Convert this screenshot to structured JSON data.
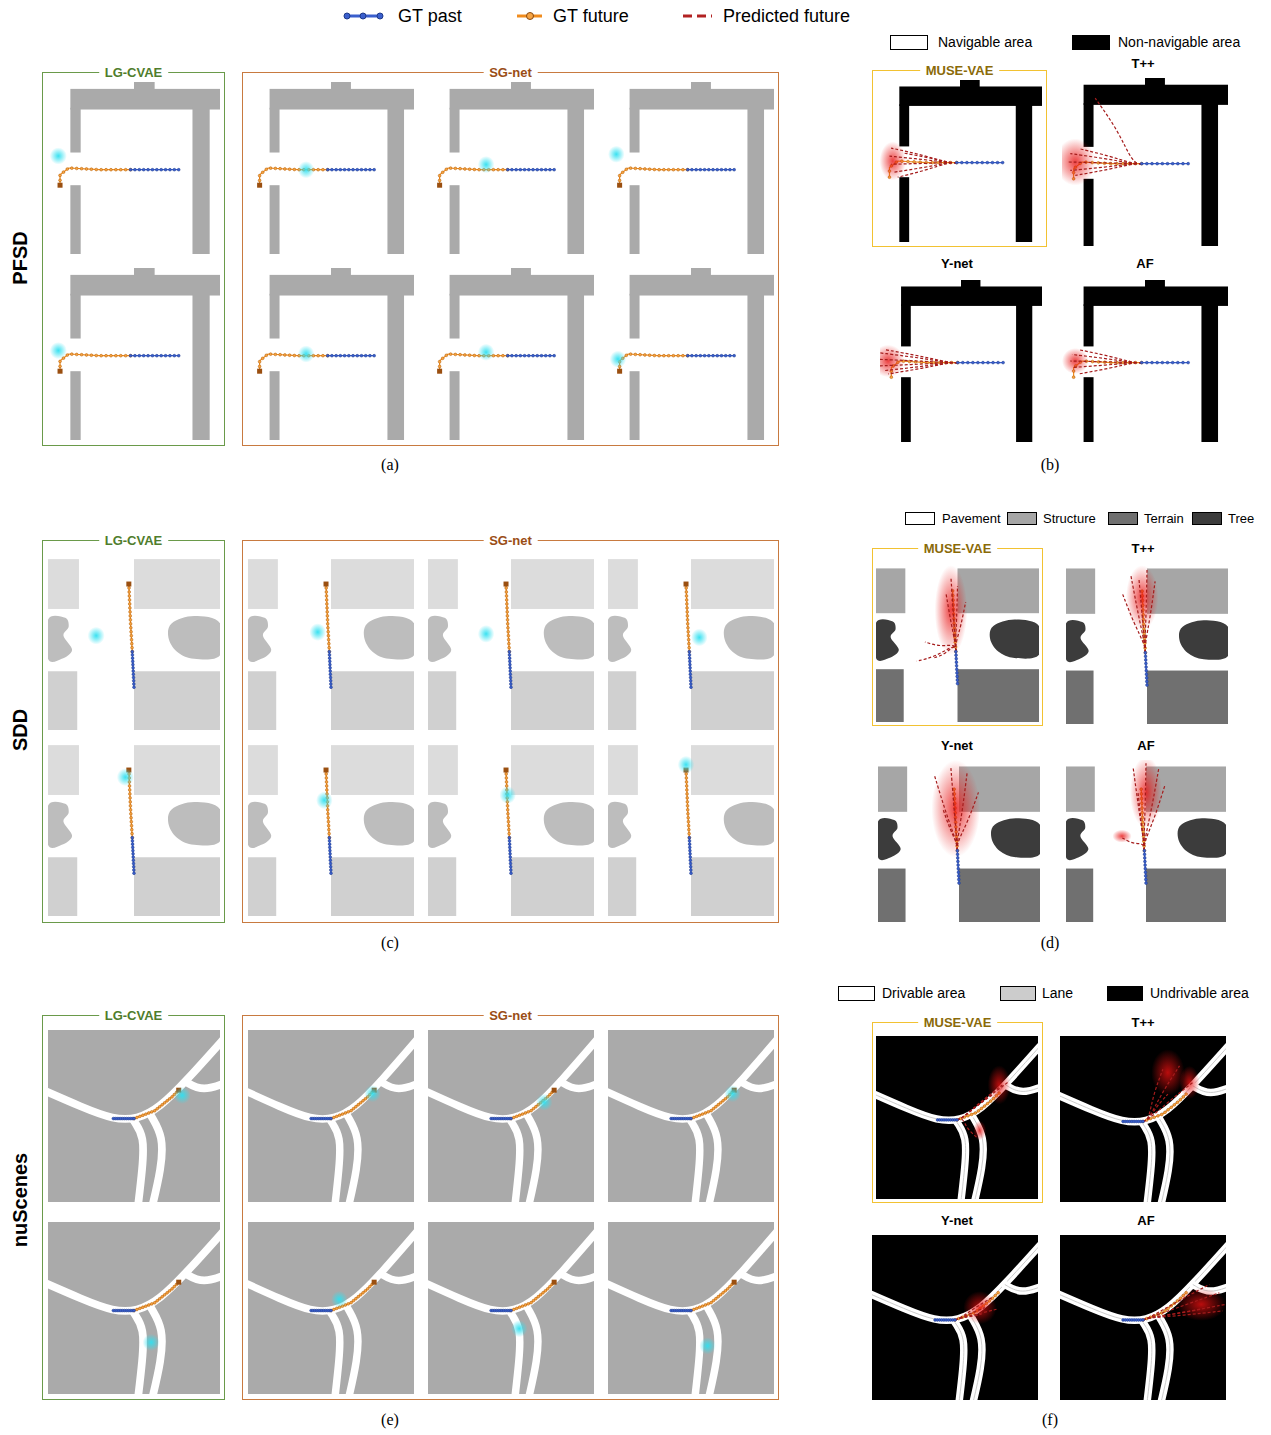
{
  "diagram": {
    "nodes": [
      {
        "text": [
          "LG-CVAE"
        ]
      },
      {
        "text": [
          "SG-net"
        ]
      },
      {
        "text": [
          "MUSE-VAE"
        ]
      },
      {
        "text": [
          "LG-CVAE"
        ]
      },
      {
        "text": [
          "SG-net"
        ]
      },
      {
        "text": [
          "MUSE-VAE"
        ]
      },
      {
        "text": [
          "LG-CVAE"
        ]
      },
      {
        "text": [
          "SG-net"
        ]
      },
      {
        "text": [
          "MUSE-VAE"
        ]
      }
    ],
    "labels": [
      "PFSD",
      "T++",
      "Y-net",
      "AF",
      "(a)",
      "(b)",
      "SDD",
      "T++",
      "Y-net",
      "AF",
      "(c)",
      "(d)",
      "nuScenes",
      "T++",
      "Y-net",
      "AF",
      "(e)",
      "(f)"
    ],
    "legend": [
      {
        "text": "GT past"
      },
      {
        "text": "GT future"
      },
      {
        "text": "Predicted future"
      },
      {
        "text": "Navigable area",
        "color": "#ffffff"
      },
      {
        "text": "Non-navigable area",
        "color": "#000000"
      },
      {
        "text": "Pavement",
        "color": "#ffffff"
      },
      {
        "text": "Structure",
        "color": "#a6a6a6"
      },
      {
        "text": "Terrain",
        "color": "#707070"
      },
      {
        "text": "Tree",
        "color": "#3c3c3c"
      },
      {
        "text": "Drivable area",
        "color": "#ffffff"
      },
      {
        "text": "Lane",
        "color": "#cccccc"
      },
      {
        "text": "Undrivable area",
        "color": "#000000"
      }
    ]
  }
}
